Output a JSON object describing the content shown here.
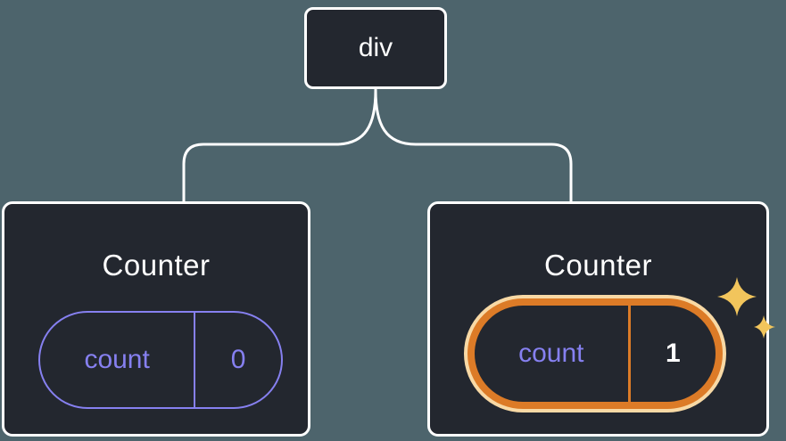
{
  "diagram": {
    "root": {
      "label": "div"
    },
    "children": [
      {
        "title": "Counter",
        "state_key": "count",
        "state_value": "0",
        "highlighted": false
      },
      {
        "title": "Counter",
        "state_key": "count",
        "state_value": "1",
        "highlighted": true
      }
    ]
  },
  "icons": {
    "sparkles": {
      "glyph": "✦",
      "meaning": "state-highlight-sparkles"
    }
  },
  "colors": {
    "background": "#4d646c",
    "node_fill": "#23272f",
    "node_border": "#ffffff",
    "connector": "#ffffff",
    "state_accent_purple": "#8680f0",
    "highlight_orange": "#dc7b27",
    "highlight_glow": "#f8d9a5",
    "sparkle_gold": "#f2c55c",
    "highlight_value_text": "#ffffff"
  }
}
